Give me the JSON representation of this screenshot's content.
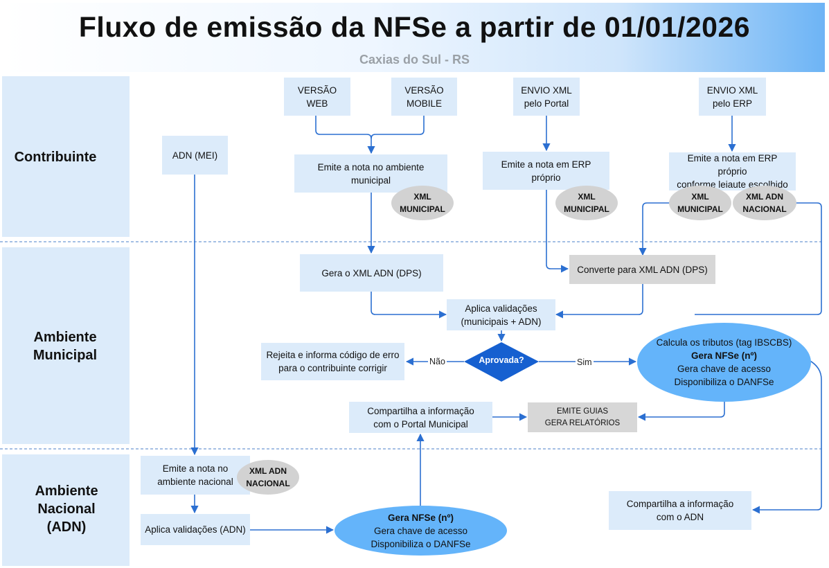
{
  "header": {
    "title": "Fluxo de emissão da NFSe a partir de 01/01/2026",
    "subtitle": "Caxias do Sul - RS"
  },
  "lanes": {
    "contribuinte": "Contribuinte",
    "municipal": [
      "Ambiente",
      "Municipal"
    ],
    "nacional": [
      "Ambiente",
      "Nacional",
      "(ADN)"
    ]
  },
  "nodes": {
    "versao_web": [
      "VERSÃO",
      "WEB"
    ],
    "versao_mobile": [
      "VERSÃO",
      "MOBILE"
    ],
    "envio_portal": [
      "ENVIO XML",
      "pelo Portal"
    ],
    "envio_erp": [
      "ENVIO XML",
      "pelo ERP"
    ],
    "adn_mei": "ADN (MEI)",
    "emite_ambiente_municipal": [
      "Emite a nota no ambiente",
      "municipal"
    ],
    "emite_erp_proprio": "Emite a nota em ERP próprio",
    "emite_erp_leiaute": [
      "Emite a nota em ERP próprio",
      "conforme leiaute escolhido"
    ],
    "gera_xml_adn": "Gera o XML ADN (DPS)",
    "converte_xml_adn": "Converte para XML ADN (DPS)",
    "aplica_validacoes": [
      "Aplica validações",
      "(municipais + ADN)"
    ],
    "aprovada": "Aprovada?",
    "rejeita": [
      "Rejeita e informa código de erro",
      "para o contribuinte corrigir"
    ],
    "calcula_tributos": [
      "Calcula os tributos (tag IBSCBS)",
      "Gera NFSe (nº)",
      "Gera chave de acesso",
      "Disponibiliza o DANFSe"
    ],
    "compartilha_portal": [
      "Compartilha a informação",
      "com o Portal Municipal"
    ],
    "emite_guias": [
      "EMITE GUIAS",
      "GERA RELATÓRIOS"
    ],
    "emite_ambiente_nacional": [
      "Emite a nota no",
      "ambiente nacional"
    ],
    "aplica_validacoes_adn": "Aplica validações (ADN)",
    "gera_nfse_nacional": [
      "Gera NFSe (nº)",
      "Gera chave de acesso",
      "Disponibiliza o DANFSe"
    ],
    "compartilha_adn": [
      "Compartilha a informação",
      "com o ADN"
    ]
  },
  "tags": {
    "xml_municipal": [
      "XML",
      "MUNICIPAL"
    ],
    "xml_adn_nacional": [
      "XML ADN",
      "NACIONAL"
    ]
  },
  "edge_labels": {
    "nao": "Não",
    "sim": "Sim"
  },
  "colors": {
    "lane_fill": "#dcebfa",
    "arrow": "#2b6fd1",
    "decision": "#1660d0",
    "oval_blue": "#64b4fa",
    "tag_grey": "#d2d2d2"
  }
}
